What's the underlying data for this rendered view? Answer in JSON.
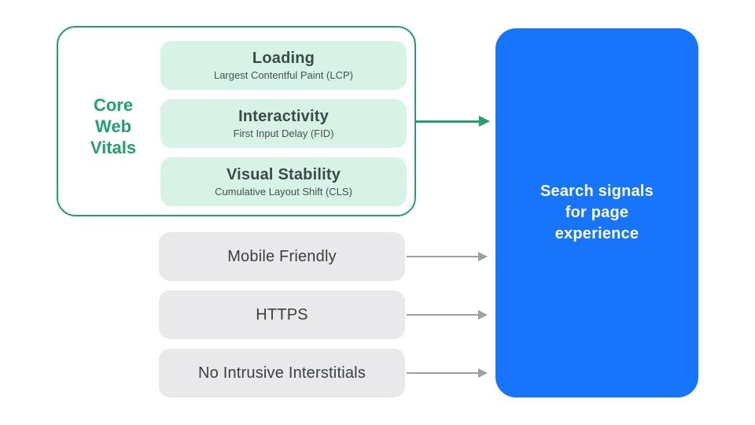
{
  "colors": {
    "accent_green": "#23A16C",
    "vital_bg": "#D6F3E5",
    "vital_title": "#3C4A49",
    "vital_subtitle": "#46514F",
    "signal_bg": "#E9E9EB",
    "signal_text": "#3C4043",
    "arrow_gray": "#9AA0A6",
    "result_bg": "#1775FC",
    "result_text": "#FFFFFF",
    "background": "#FFFFFF"
  },
  "core_web_vitals": {
    "label": "Core\nWeb\nVitals",
    "items": [
      {
        "title": "Loading",
        "subtitle": "Largest Contentful Paint (LCP)"
      },
      {
        "title": "Interactivity",
        "subtitle": "First Input Delay (FID)"
      },
      {
        "title": "Visual Stability",
        "subtitle": "Cumulative Layout Shift (CLS)"
      }
    ]
  },
  "other_signals": [
    {
      "label": "Mobile Friendly"
    },
    {
      "label": "HTTPS"
    },
    {
      "label": "No Intrusive Interstitials"
    }
  ],
  "result": {
    "label": "Search signals\nfor page\nexperience"
  }
}
